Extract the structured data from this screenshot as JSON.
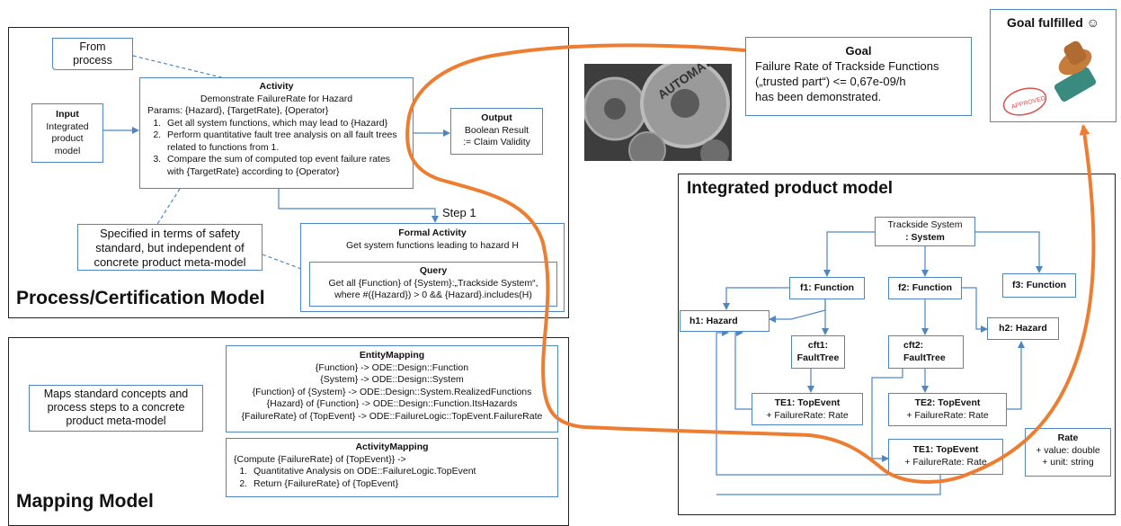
{
  "process_model": {
    "title": "Process/Certification Model",
    "from_process": [
      "From",
      "process"
    ],
    "input": {
      "title": "Input",
      "lines": [
        "Integrated",
        "product",
        "model"
      ]
    },
    "activity": {
      "title": "Activity",
      "subtitle": "Demonstrate FailureRate for Hazard",
      "params": "Params: {Hazard}, {TargetRate}, {Operator}",
      "steps": [
        "Get all system functions, which may lead to {Hazard}",
        "Perform quantitative fault tree analysis on all fault trees related to functions from 1.",
        "Compare the sum of computed top event failure rates with {TargetRate} according to {Operator}"
      ]
    },
    "output": {
      "title": "Output",
      "lines": [
        "Boolean Result",
        ":= Claim Validity"
      ]
    },
    "step_label": "Step 1",
    "note": [
      "Specified in terms of safety",
      "standard, but independent of",
      "concrete product meta-model"
    ],
    "formal_activity": {
      "title": "Formal Activity",
      "subtitle": "Get system functions leading to hazard H"
    },
    "query": {
      "title": "Query",
      "lines": [
        "Get all {Function} of {System}:„Trackside System“,",
        "where #({Hazard}) > 0 && {Hazard}.includes(H)"
      ]
    }
  },
  "mapping_model": {
    "title": "Mapping Model",
    "note": [
      "Maps standard concepts and",
      "process steps to a concrete",
      "product meta-model"
    ],
    "entity_mapping": {
      "title": "EntityMapping",
      "lines": [
        "{Function} -> ODE::Design::Function",
        "{System} -> ODE::Design::System",
        "{Function} of {System} -> ODE::Design::System.RealizedFunctions",
        "{Hazard} of {Function} -> ODE::Design::Function.ItsHazards",
        "{FailureRate} of {TopEvent} -> ODE::FailureLogic::TopEvent.FailureRate"
      ]
    },
    "activity_mapping": {
      "title": "ActivityMapping",
      "header": "{Compute {FailureRate} of {TopEvent}} ->",
      "steps": [
        "Quantitative Analysis on ODE::FailureLogic.TopEvent",
        "Return {FailureRate} of {TopEvent}"
      ]
    }
  },
  "goal": {
    "title": "Goal",
    "lines": [
      "Failure Rate of Trackside Functions",
      "(„trusted part“) <= 0,67e-09/h",
      "has been demonstrated."
    ]
  },
  "image_text": {
    "automation": "AUTOMATION"
  },
  "goal_fulfilled": {
    "title": "Goal fulfilled ☺",
    "stamp_text": "APPROVED"
  },
  "product_model": {
    "title": "Integrated product model",
    "system": [
      "Trackside System",
      ": System"
    ],
    "f1": "f1: Function",
    "f2": "f2: Function",
    "f3": "f3: Function",
    "h1": "h1: Hazard",
    "h2": "h2: Hazard",
    "cft1": [
      "cft1:",
      "FaultTree"
    ],
    "cft2": [
      "cft2:",
      "FaultTree"
    ],
    "te1a": [
      "TE1: TopEvent",
      "+ FailureRate: Rate"
    ],
    "te2": [
      "TE2: TopEvent",
      "+ FailureRate: Rate"
    ],
    "te1b": [
      "TE1: TopEvent",
      "+ FailureRate: Rate"
    ],
    "rate": [
      "Rate",
      "+ value: double",
      "+ unit: string"
    ]
  },
  "colors": {
    "accent_blue": "#4e86c4",
    "path_orange": "#ed7d31",
    "panel_border": "#222222"
  }
}
